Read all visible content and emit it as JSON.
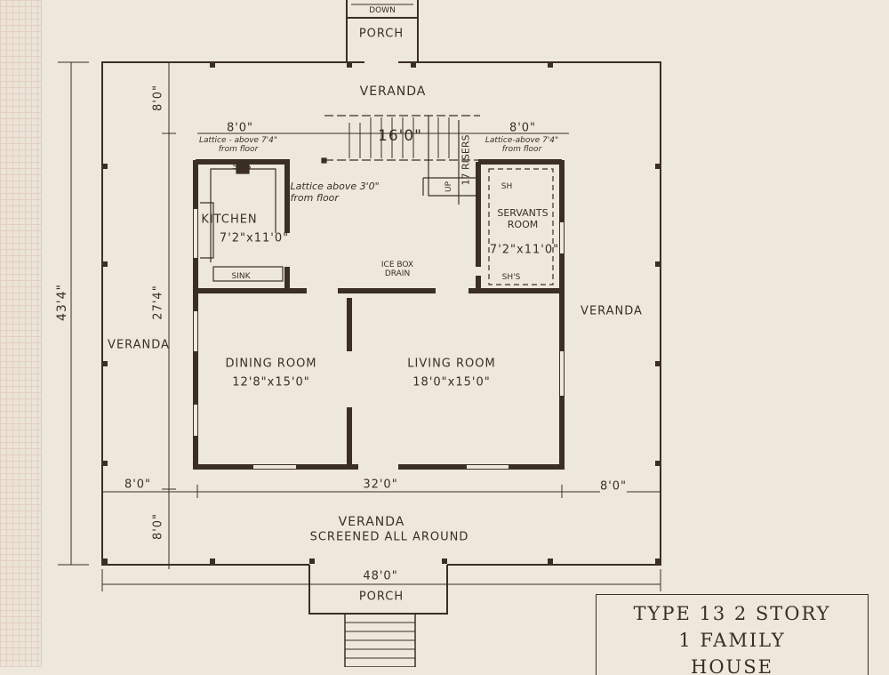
{
  "colors": {
    "paper": "#eee8dc",
    "ink": "#3a2e25"
  },
  "porch_top": {
    "steps_label": "DOWN",
    "label": "PORCH"
  },
  "porch_bottom": {
    "label": "PORCH"
  },
  "verandas": {
    "top": "VERANDA",
    "left": "VERANDA",
    "right": "VERANDA",
    "bottom": "VERANDA",
    "bottom_note": "SCREENED ALL AROUND"
  },
  "rooms": {
    "kitchen": {
      "name": "KITCHEN",
      "size": "7'2\"x11'0\"",
      "sink": "SINK",
      "shelves": "SH'S"
    },
    "servants": {
      "name": "SERVANTS ROOM",
      "size": "7'2\"x11'0\"",
      "shelves": "SH'S",
      "shelf": "SH"
    },
    "dining": {
      "name": "DINING ROOM",
      "size": "12'8\"x15'0\""
    },
    "living": {
      "name": "LIVING ROOM",
      "size": "18'0\"x15'0\""
    }
  },
  "notes": {
    "lattice_left": "Lattice - above 7'4\" from floor",
    "lattice_right": "Lattice-above 7'4\" from floor",
    "lattice_kitchen": "Lattice above 3'0\" from floor",
    "ice_box": "ICE BOX DRAIN",
    "risers": "17 RISERS",
    "up": "UP"
  },
  "dimensions": {
    "overall_depth": "43'4\"",
    "front_veranda_depth": "8'0\"",
    "house_depth": "27'4\"",
    "back_veranda_depth": "8'0\"",
    "left_bay": "8'0\"",
    "stair_width": "16'0\"",
    "right_bay": "8'0\"",
    "left_veranda_width": "8'0\"",
    "house_width": "32'0\"",
    "right_veranda_width": "8'0\"",
    "overall_width": "48'0\""
  },
  "title_block": {
    "line1": "TYPE 13 2 STORY",
    "line2": "1 FAMILY",
    "line3": "HOUSE"
  }
}
